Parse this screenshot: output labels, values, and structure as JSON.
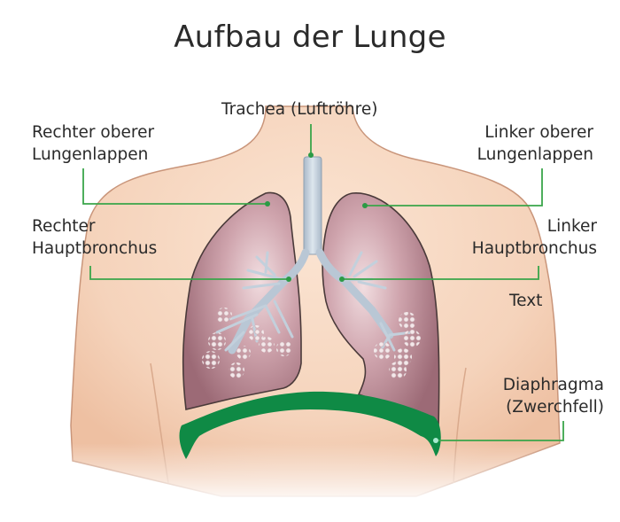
{
  "title": "Aufbau der Lunge",
  "labels": {
    "trachea": "Trachea (Luftröhre)",
    "right_upper_lobe": {
      "line1": "Rechter oberer",
      "line2": "Lungenlappen"
    },
    "left_upper_lobe": {
      "line1": "Linker oberer",
      "line2": "Lungenlappen"
    },
    "right_main_bronchus": {
      "line1": "Rechter",
      "line2": "Hauptbronchus"
    },
    "left_main_bronchus": {
      "line1": "Linker",
      "line2": "Hauptbronchus"
    },
    "placeholder": "Text",
    "diaphragm": {
      "line1": "Diaphragma",
      "line2": "(Zwerchfell)"
    }
  },
  "colors": {
    "skin": "#f5d5bd",
    "skin_edge": "#c9957a",
    "lung": "#b88590",
    "lung_light": "#e6c9cf",
    "lung_outline": "#4a3a3a",
    "trachea": "#c8d4e0",
    "diaphragm": "#0f8a45",
    "leader_line": "#3aa54a",
    "text": "#2a2a2a"
  }
}
